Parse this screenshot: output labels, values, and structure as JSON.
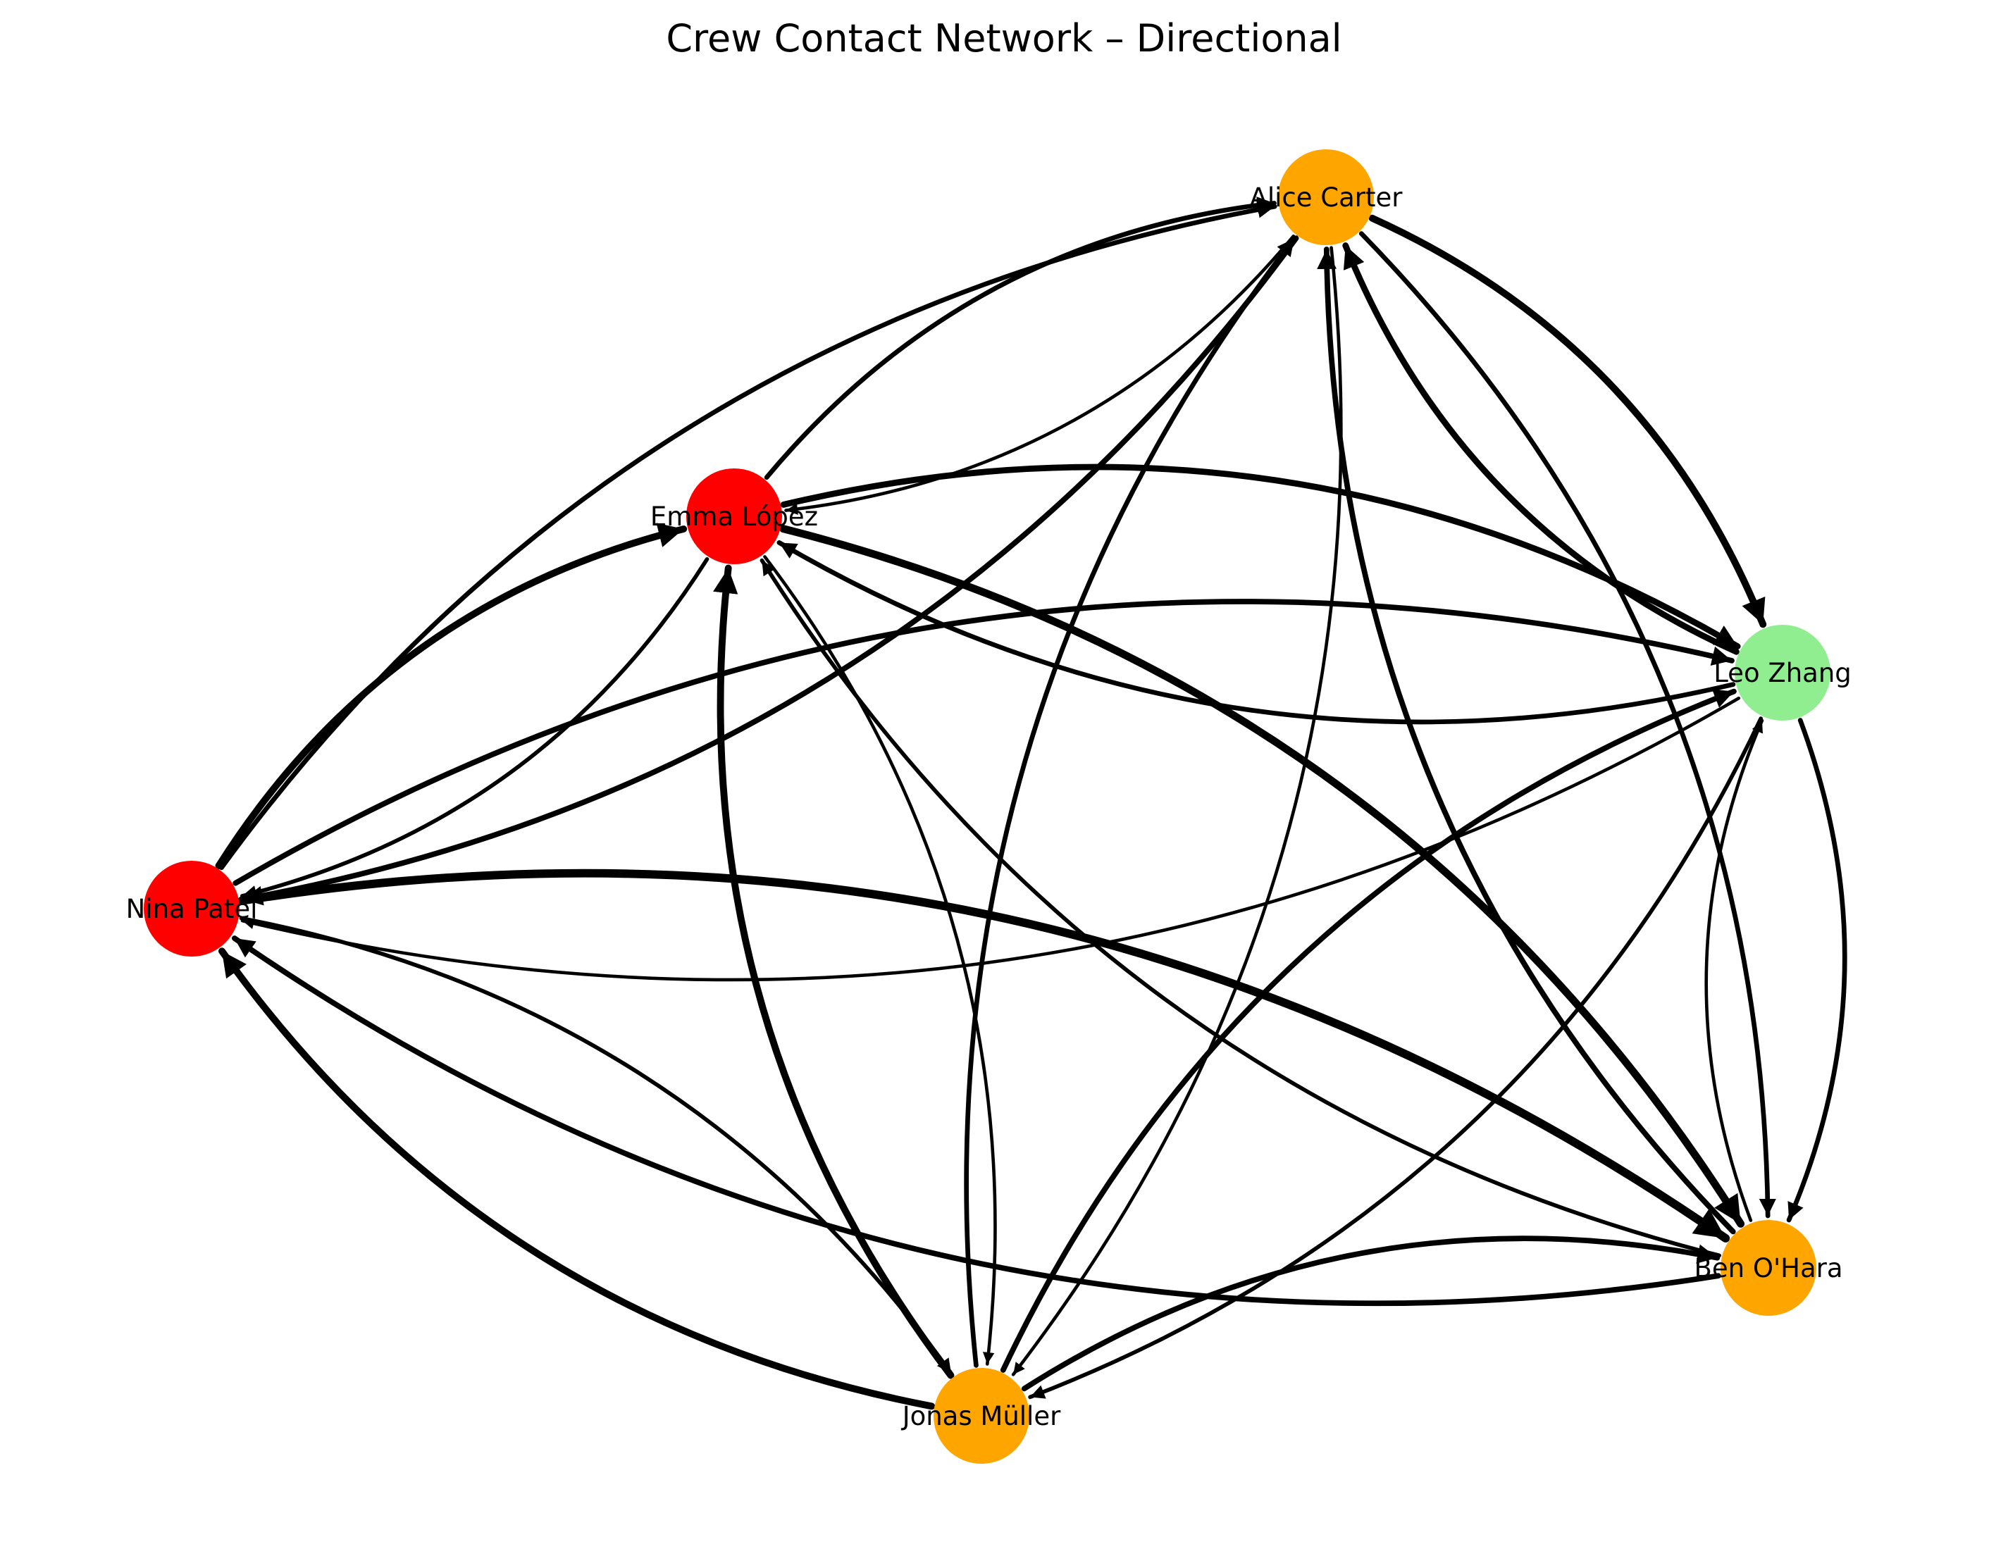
{
  "title": "Crew Contact Network – Directional",
  "legend": null,
  "colors": {
    "high_risk": "#ff0000",
    "medium_risk": "#ffa500",
    "low_risk": "#90ee90",
    "edge": "#000000"
  },
  "nodes": [
    {
      "id": "alice",
      "label": "Alice Carter",
      "color": "#ffa500"
    },
    {
      "id": "emma",
      "label": "Emma López",
      "color": "#ff0000"
    },
    {
      "id": "leo",
      "label": "Leo Zhang",
      "color": "#90ee90"
    },
    {
      "id": "nina",
      "label": "Nina Patel",
      "color": "#ff0000"
    },
    {
      "id": "ben",
      "label": "Ben O'Hara",
      "color": "#ffa500"
    },
    {
      "id": "jonas",
      "label": "Jonas Müller",
      "color": "#ffa500"
    }
  ],
  "edges": [
    {
      "source": "alice",
      "target": "emma",
      "weight": 2
    },
    {
      "source": "alice",
      "target": "leo",
      "weight": 7
    },
    {
      "source": "alice",
      "target": "nina",
      "weight": 5
    },
    {
      "source": "alice",
      "target": "ben",
      "weight": 4
    },
    {
      "source": "alice",
      "target": "jonas",
      "weight": 2
    },
    {
      "source": "emma",
      "target": "alice",
      "weight": 4
    },
    {
      "source": "emma",
      "target": "leo",
      "weight": 6
    },
    {
      "source": "emma",
      "target": "nina",
      "weight": 3
    },
    {
      "source": "emma",
      "target": "ben",
      "weight": 8
    },
    {
      "source": "emma",
      "target": "jonas",
      "weight": 2
    },
    {
      "source": "leo",
      "target": "alice",
      "weight": 6
    },
    {
      "source": "leo",
      "target": "emma",
      "weight": 4
    },
    {
      "source": "leo",
      "target": "nina",
      "weight": 2
    },
    {
      "source": "leo",
      "target": "ben",
      "weight": 4
    },
    {
      "source": "leo",
      "target": "jonas",
      "weight": 3
    },
    {
      "source": "nina",
      "target": "alice",
      "weight": 4
    },
    {
      "source": "nina",
      "target": "emma",
      "weight": 7
    },
    {
      "source": "nina",
      "target": "leo",
      "weight": 5
    },
    {
      "source": "nina",
      "target": "ben",
      "weight": 9
    },
    {
      "source": "nina",
      "target": "jonas",
      "weight": 3
    },
    {
      "source": "ben",
      "target": "alice",
      "weight": 5
    },
    {
      "source": "ben",
      "target": "emma",
      "weight": 3
    },
    {
      "source": "ben",
      "target": "leo",
      "weight": 2
    },
    {
      "source": "ben",
      "target": "nina",
      "weight": 5
    },
    {
      "source": "jonas",
      "target": "alice",
      "weight": 4
    },
    {
      "source": "jonas",
      "target": "emma",
      "weight": 7
    },
    {
      "source": "jonas",
      "target": "leo",
      "weight": 5
    },
    {
      "source": "jonas",
      "target": "nina",
      "weight": 7
    },
    {
      "source": "jonas",
      "target": "ben",
      "weight": 5
    }
  ]
}
